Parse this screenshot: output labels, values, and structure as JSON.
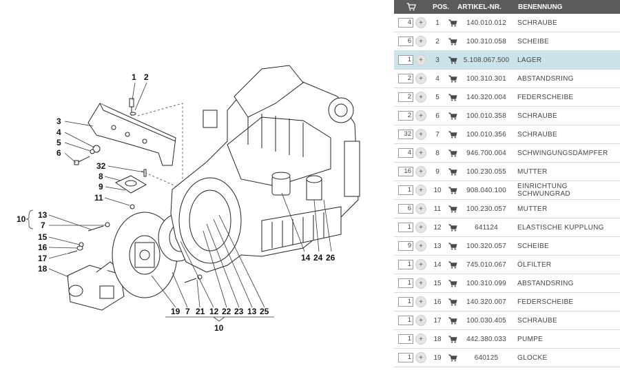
{
  "table": {
    "headers": {
      "pos": "POS.",
      "artikel": "ARTIKEL-NR.",
      "benennung": "BENENNUNG"
    },
    "add_label": "+",
    "rows": [
      {
        "qty": "4",
        "pos": "1",
        "artikel": "140.010.012",
        "benennung": "SCHRAUBE"
      },
      {
        "qty": "6",
        "pos": "2",
        "artikel": "100.310.058",
        "benennung": "SCHEIBE"
      },
      {
        "qty": "1",
        "pos": "3",
        "artikel": "5.108.067.500",
        "benennung": "LAGER",
        "highlight": true
      },
      {
        "qty": "2",
        "pos": "4",
        "artikel": "100.310.301",
        "benennung": "ABSTANDSRING"
      },
      {
        "qty": "2",
        "pos": "5",
        "artikel": "140.320.004",
        "benennung": "FEDERSCHEIBE"
      },
      {
        "qty": "2",
        "pos": "6",
        "artikel": "100.010.358",
        "benennung": "SCHRAUBE"
      },
      {
        "qty": "32",
        "pos": "7",
        "artikel": "100.010.356",
        "benennung": "SCHRAUBE"
      },
      {
        "qty": "4",
        "pos": "8",
        "artikel": "946.700.004",
        "benennung": "SCHWINGUNGSDÄMPFER"
      },
      {
        "qty": "16",
        "pos": "9",
        "artikel": "100.230.055",
        "benennung": "MUTTER"
      },
      {
        "qty": "1",
        "pos": "10",
        "artikel": "908.040.100",
        "benennung": "EINRICHTUNG SCHWUNGRAD"
      },
      {
        "qty": "6",
        "pos": "11",
        "artikel": "100.230.057",
        "benennung": "MUTTER"
      },
      {
        "qty": "1",
        "pos": "12",
        "artikel": "641124",
        "benennung": "ELASTISCHE KUPPLUNG"
      },
      {
        "qty": "9",
        "pos": "13",
        "artikel": "100.320.057",
        "benennung": "SCHEIBE"
      },
      {
        "qty": "1",
        "pos": "14",
        "artikel": "745.010.067",
        "benennung": "ÖLFILTER"
      },
      {
        "qty": "1",
        "pos": "15",
        "artikel": "100.310.099",
        "benennung": "ABSTANDSRING"
      },
      {
        "qty": "1",
        "pos": "16",
        "artikel": "140.320.007",
        "benennung": "FEDERSCHEIBE"
      },
      {
        "qty": "1",
        "pos": "17",
        "artikel": "100.030.405",
        "benennung": "SCHRAUBE"
      },
      {
        "qty": "1",
        "pos": "18",
        "artikel": "442.380.033",
        "benennung": "PUMPE"
      },
      {
        "qty": "1",
        "pos": "19",
        "artikel": "640125",
        "benennung": "GLOCKE"
      }
    ]
  },
  "diagram": {
    "callouts": {
      "c1": "1",
      "c2": "2",
      "c3": "3",
      "c4": "4",
      "c5": "5",
      "c6": "6",
      "c32": "32",
      "c8": "8",
      "c9": "9",
      "c11": "11",
      "c10l": "10",
      "c13": "13",
      "c7": "7",
      "c15": "15",
      "c16": "16",
      "c17": "17",
      "c18": "18",
      "c14": "14",
      "c24": "24",
      "c26": "26",
      "b19": "19",
      "b7": "7",
      "b21": "21",
      "b12": "12",
      "b22": "22",
      "b23": "23",
      "b13": "13",
      "b25": "25",
      "b10": "10"
    }
  }
}
